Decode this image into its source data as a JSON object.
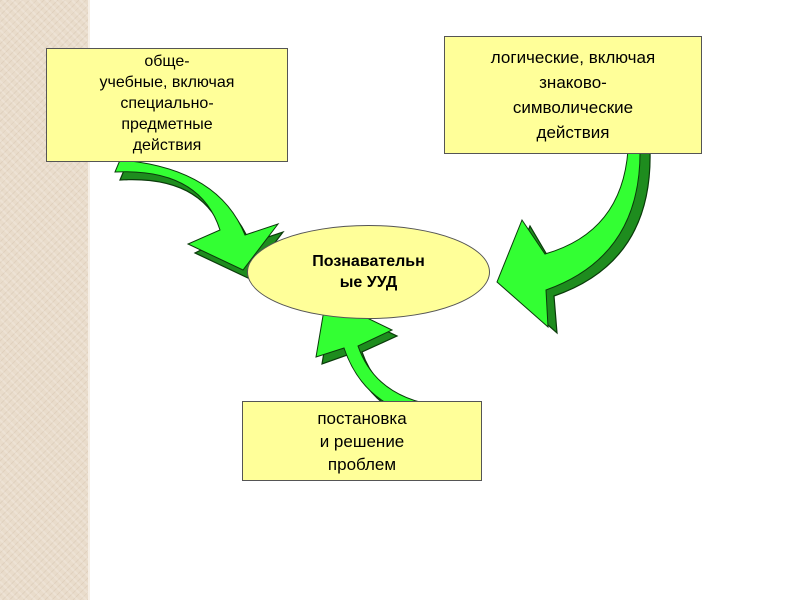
{
  "diagram": {
    "center": {
      "text": "Познавательн\nые УУД"
    },
    "boxes": {
      "top_left": {
        "text": "обще-\nучебные, включая\nспециально-\nпредметные\nдействия"
      },
      "top_right": {
        "text": "логические, включая\nзнаково-\nсимволические\nдействия"
      },
      "bottom": {
        "text": "постановка\nи решение\nпроблем"
      }
    },
    "colors": {
      "box_fill": "#ffff99",
      "arrow_fill": "#33ff33",
      "arrow_shadow": "#1e8c1e",
      "arrow_outline": "#0a3a0a",
      "side_strip": "#e9dccb"
    }
  }
}
